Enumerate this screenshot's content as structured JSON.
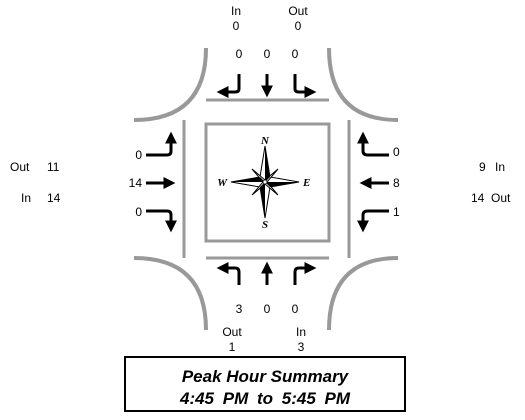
{
  "north": {
    "in_label": "In",
    "in_value": "0",
    "out_label": "Out",
    "out_value": "0",
    "movements": {
      "right": "0",
      "through": "0",
      "left": "0"
    }
  },
  "south": {
    "movements": {
      "left": "3",
      "through": "0",
      "right": "0"
    },
    "out_label": "Out",
    "out_value": "1",
    "in_label": "In",
    "in_value": "3"
  },
  "west": {
    "out_label": "Out",
    "out_value": "11",
    "in_label": "In",
    "in_value": "14",
    "movements": {
      "left": "0",
      "through": "14",
      "right": "0"
    }
  },
  "east": {
    "in_label": "In",
    "in_value": "9",
    "out_label": "Out",
    "out_value": "14",
    "movements": {
      "right": "0",
      "through": "8",
      "left": "1"
    }
  },
  "compass": {
    "n": "N",
    "s": "S",
    "e": "E",
    "w": "W"
  },
  "summary": {
    "title": "Peak Hour Summary",
    "start": "4:45 PM",
    "connector": "to",
    "end": "5:45 PM"
  }
}
